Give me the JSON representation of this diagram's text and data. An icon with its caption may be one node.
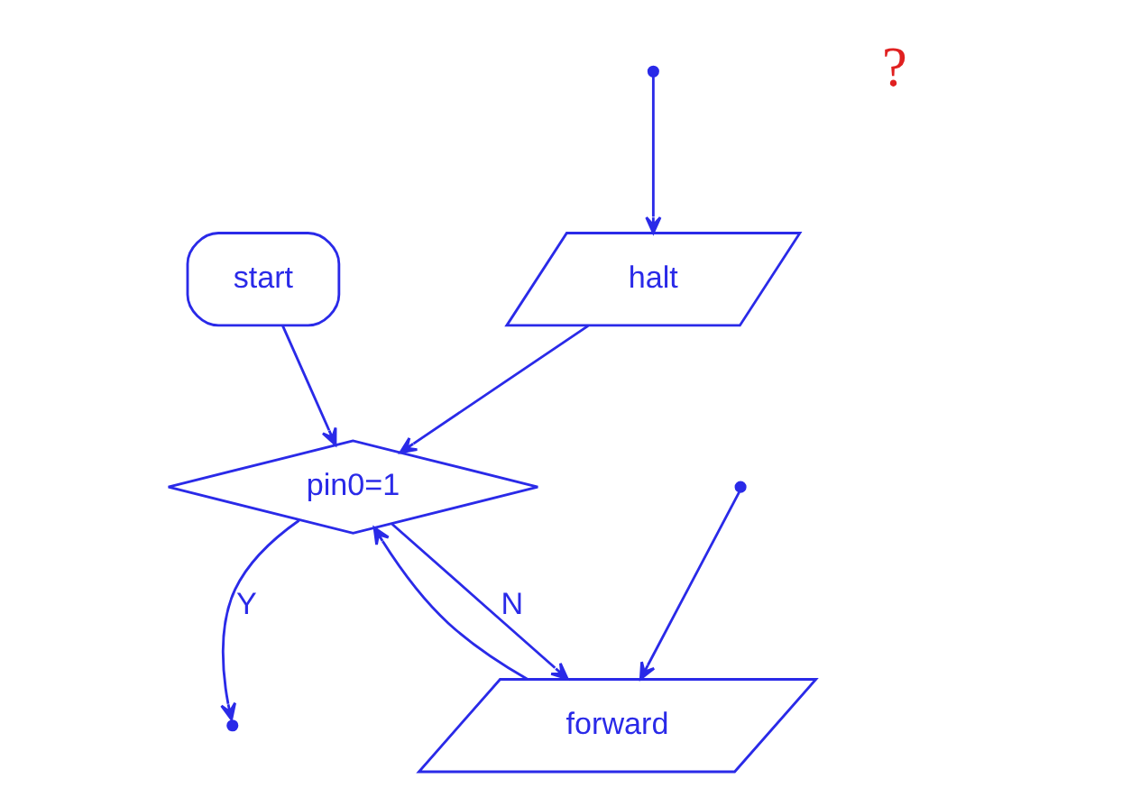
{
  "diagram": {
    "nodes": [
      {
        "text": [
          "start"
        ]
      },
      {
        "text": [
          "pin0=1"
        ]
      },
      {
        "text": [
          "forward"
        ]
      },
      {
        "text": [
          "halt"
        ]
      }
    ],
    "edges": [
      {
        "from": 0,
        "to": 1,
        "arrow": "to"
      },
      {
        "from": 1,
        "to": null,
        "arrow": "to",
        "label": "Y"
      },
      {
        "from": 1,
        "to": 2,
        "arrow": "to",
        "label": "N"
      },
      {
        "from": null,
        "to": 2,
        "arrow": "to"
      },
      {
        "from": null,
        "to": 3,
        "arrow": "to"
      },
      {
        "from": 2,
        "to": 1,
        "arrow": "to"
      },
      {
        "from": 3,
        "to": 1,
        "arrow": "to"
      }
    ],
    "labels": [
      "?"
    ]
  }
}
